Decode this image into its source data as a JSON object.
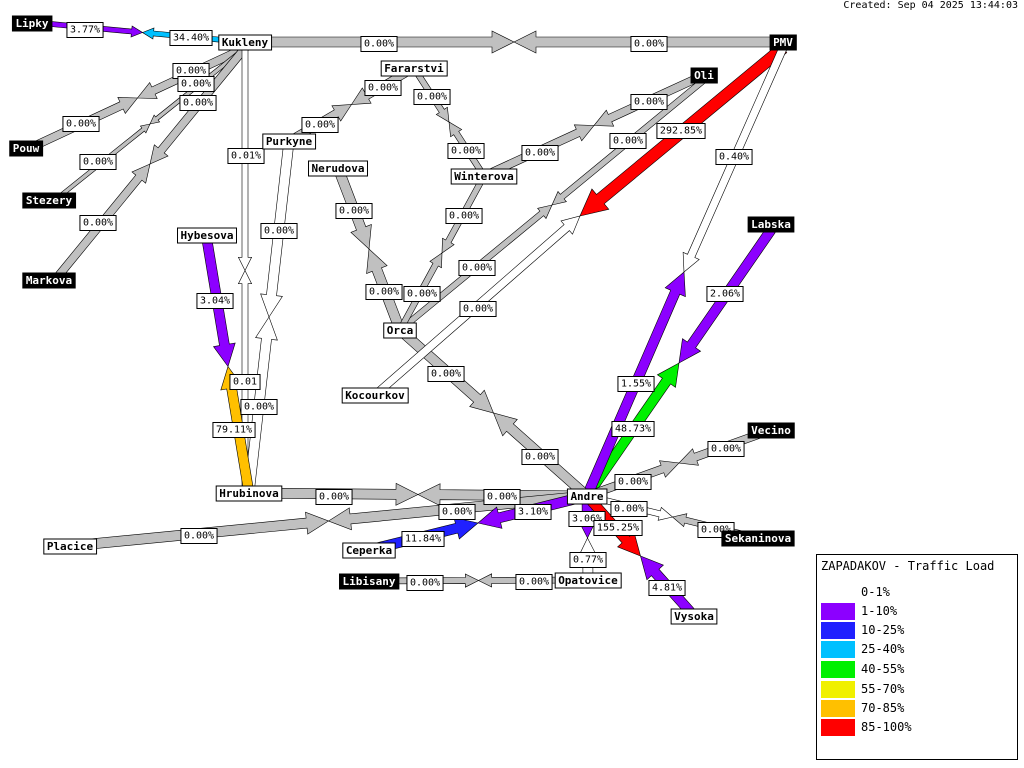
{
  "created": "Created: Sep 04 2025 13:44:03",
  "legend": {
    "title": "ZAPADAKOV - Traffic Load",
    "items": [
      {
        "label": "0-1%",
        "color": "#ffffff"
      },
      {
        "label": "1-10%",
        "color": "#8c00ff"
      },
      {
        "label": "10-25%",
        "color": "#2020ff"
      },
      {
        "label": "25-40%",
        "color": "#00c0ff"
      },
      {
        "label": "40-55%",
        "color": "#00f000"
      },
      {
        "label": "55-70%",
        "color": "#f0f000"
      },
      {
        "label": "70-85%",
        "color": "#ffc000"
      },
      {
        "label": "85-100%",
        "color": "#ff0000"
      }
    ]
  },
  "colors": {
    "zero": "#c0c0c0",
    "l1": "#8c00ff",
    "l2": "#2020ff",
    "l3": "#00c0ff",
    "l4": "#00f000",
    "l6": "#ffc000",
    "l7": "#ff0000",
    "low": "#ffffff"
  },
  "nodes": [
    {
      "id": "lipky",
      "label": "Lipky",
      "dark": true
    },
    {
      "id": "kukleny",
      "label": "Kukleny",
      "dark": false
    },
    {
      "id": "pmv",
      "label": "PMV",
      "dark": true
    },
    {
      "id": "oli",
      "label": "Oli",
      "dark": true
    },
    {
      "id": "fararstvi",
      "label": "Fararstvi",
      "dark": false
    },
    {
      "id": "pouw",
      "label": "Pouw",
      "dark": true
    },
    {
      "id": "stezery",
      "label": "Stezery",
      "dark": true
    },
    {
      "id": "markova",
      "label": "Markova",
      "dark": true
    },
    {
      "id": "purkyne",
      "label": "Purkyne",
      "dark": false
    },
    {
      "id": "nerudova",
      "label": "Nerudova",
      "dark": false
    },
    {
      "id": "winterova",
      "label": "Winterova",
      "dark": false
    },
    {
      "id": "hybesova",
      "label": "Hybesova",
      "dark": false
    },
    {
      "id": "labska",
      "label": "Labska",
      "dark": true
    },
    {
      "id": "orca",
      "label": "Orca",
      "dark": false
    },
    {
      "id": "kocourkov",
      "label": "Kocourkov",
      "dark": false
    },
    {
      "id": "vecino",
      "label": "Vecino",
      "dark": true
    },
    {
      "id": "andre",
      "label": "Andre",
      "dark": false
    },
    {
      "id": "hrubinova",
      "label": "Hrubinova",
      "dark": false
    },
    {
      "id": "sekaninova",
      "label": "Sekaninova",
      "dark": true
    },
    {
      "id": "placice",
      "label": "Placice",
      "dark": false
    },
    {
      "id": "ceperka",
      "label": "Ceperka",
      "dark": false
    },
    {
      "id": "libisany",
      "label": "Libisany",
      "dark": true
    },
    {
      "id": "opatovice",
      "label": "Opatovice",
      "dark": false
    },
    {
      "id": "vysoka",
      "label": "Vysoka",
      "dark": false
    }
  ],
  "links": [
    {
      "id": "lipky-kukleny",
      "label_a": "3.77%",
      "color_a": "l1",
      "label_b": "34.40%",
      "color_b": "l3"
    },
    {
      "id": "kukleny-pmv",
      "label_a": "0.00%",
      "color_a": "zero",
      "label_b": "0.00%",
      "color_b": "zero"
    },
    {
      "id": "pmv-orca",
      "label_a": "292.85%",
      "color_a": "l7"
    },
    {
      "id": "pmv-andre",
      "label_a": "0.40%",
      "color_a": "low"
    },
    {
      "id": "kukleny-pouw",
      "label_a": "0.00%",
      "color_a": "zero",
      "label_b": "0.00%",
      "color_b": "zero"
    },
    {
      "id": "kukleny-stezery",
      "label_a": "0.00%",
      "color_a": "zero",
      "label_b": "0.00%",
      "color_b": "zero"
    },
    {
      "id": "kukleny-markova",
      "label_a": "0.00%",
      "color_a": "zero",
      "label_b": "0.00%",
      "color_b": "zero"
    },
    {
      "id": "kukleny-hrubinova",
      "label_a": "0.01%",
      "color_a": "low",
      "label_b": "0.01",
      "color_b": "low"
    },
    {
      "id": "fararstvi-purkyne",
      "label_a": "0.00%",
      "color_a": "zero",
      "label_b": "0.00%",
      "color_b": "zero"
    },
    {
      "id": "fararstvi-winterova",
      "label_a": "0.00%",
      "color_a": "zero",
      "label_b": "0.00%",
      "color_b": "zero"
    },
    {
      "id": "oli-winterova",
      "label_a": "0.00%",
      "color_a": "zero",
      "label_b": "0.00%",
      "color_b": "zero"
    },
    {
      "id": "oli-orca",
      "label_a": "0.00%",
      "color_a": "zero",
      "label_b": "0.00%",
      "color_b": "zero"
    },
    {
      "id": "purkyne-hrubinova",
      "label_a": "0.00%",
      "color_a": "low",
      "label_b": "0.00%",
      "color_b": "low"
    },
    {
      "id": "nerudova-orca",
      "label_a": "0.00%",
      "color_a": "zero",
      "label_b": "0.00%",
      "color_b": "zero"
    },
    {
      "id": "winterova-orca",
      "label_a": "0.00%",
      "color_a": "zero",
      "label_b": "0.00%",
      "color_b": "zero"
    },
    {
      "id": "hybesova-hrubinova",
      "label_a": "3.04%",
      "color_a": "l1",
      "label_b": "79.11%",
      "color_b": "l6"
    },
    {
      "id": "labska-andre",
      "label_a": "2.06%",
      "color_a": "l1",
      "label_b": "48.73%",
      "color_b": "l4"
    },
    {
      "id": "andre-pmv-up",
      "label_a": "1.55%",
      "color_a": "l1"
    },
    {
      "id": "orca-andre",
      "label_a": "0.00%",
      "color_a": "zero",
      "label_b": "0.00%",
      "color_b": "zero"
    },
    {
      "id": "kocourkov-orca",
      "label_a": "0.00%",
      "color_a": "low"
    },
    {
      "id": "andre-vecino",
      "label_a": "0.00%",
      "color_a": "zero",
      "label_b": "0.00%",
      "color_b": "zero"
    },
    {
      "id": "andre-sekaninova",
      "label_a": "0.00%",
      "color_a": "low",
      "label_b": "0.00%",
      "color_b": "zero"
    },
    {
      "id": "hrubinova-andre",
      "label_a": "0.00%",
      "color_a": "zero",
      "label_b": "0.00%",
      "color_b": "zero"
    },
    {
      "id": "placice-andre",
      "label_a": "0.00%",
      "color_a": "zero",
      "label_b": "0.00%",
      "color_b": "zero"
    },
    {
      "id": "ceperka-andre",
      "label_a": "11.84%",
      "color_a": "l2",
      "label_b": "3.10%",
      "color_b": "l1"
    },
    {
      "id": "andre-opatovice",
      "label_a": "3.06%",
      "color_a": "l1",
      "label_b": "0.77%",
      "color_b": "low"
    },
    {
      "id": "andre-vysoka",
      "label_a": "155.25%",
      "color_a": "l7",
      "label_b": "4.81%",
      "color_b": "l1"
    },
    {
      "id": "libisany-opatovice",
      "label_a": "0.00%",
      "color_a": "zero",
      "label_b": "0.00%",
      "color_b": "zero"
    }
  ]
}
